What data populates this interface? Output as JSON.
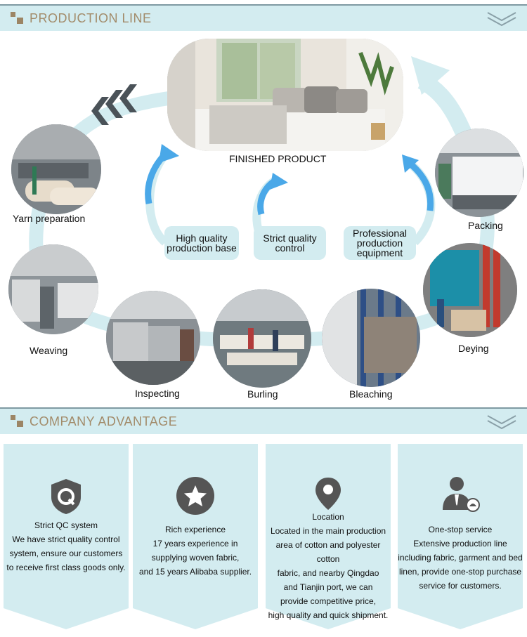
{
  "production": {
    "header_title": "PRODUCTION LINE",
    "finished_label": "FINISHED PRODUCT",
    "steps": [
      {
        "label": "Yarn preparation"
      },
      {
        "label": "Weaving"
      },
      {
        "label": "Inspecting"
      },
      {
        "label": "Burling"
      },
      {
        "label": "Bleaching"
      },
      {
        "label": "Deying"
      },
      {
        "label": "Packing"
      }
    ],
    "features": [
      {
        "line1": "High quality",
        "line2": "production base"
      },
      {
        "line1": "Strict quality",
        "line2": "control"
      },
      {
        "line1": "Professional",
        "line2": "production",
        "line3": "equipment"
      }
    ]
  },
  "advantage": {
    "header_title": "COMPANY ADVANTAGE",
    "cards": [
      {
        "icon": "shield-q-icon",
        "title": "Strict QC system",
        "lines": [
          "We have strict quality control",
          "system, ensure our customers",
          "to receive first class goods only."
        ]
      },
      {
        "icon": "star-icon",
        "title": "Rich experience",
        "lines": [
          "17 years experience in",
          "supplying woven fabric,",
          "and 15 years Alibaba supplier."
        ]
      },
      {
        "icon": "location-pin-icon",
        "title": "Location",
        "lines": [
          "Located in the main production",
          "area of cotton and polyester cotton",
          "fabric, and nearby Qingdao",
          "and Tianjin port, we can",
          "provide competitive price,",
          "high quality and quick shipment."
        ]
      },
      {
        "icon": "service-agent-icon",
        "title": "One-stop service",
        "lines": [
          "Extensive production line",
          "including fabric, garment and bed",
          "linen, provide one-stop purchase",
          "service for customers."
        ]
      }
    ]
  },
  "colors": {
    "accent_light_blue": "#d3ecf0",
    "header_text": "#a28b6a",
    "arrow_blue": "#4aa8e8",
    "icon_gray": "#555555"
  }
}
